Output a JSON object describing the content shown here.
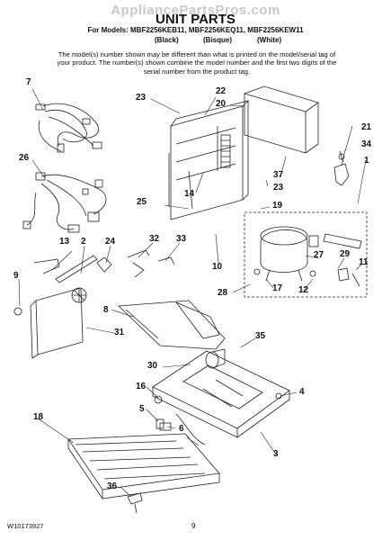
{
  "header": {
    "watermark": "AppliancePartsPros.com",
    "title": "UNIT PARTS",
    "models": "For Models: MBF2256KEB11, MBF2256KEQ11, MBF2256KEW11",
    "colors": [
      "(Black)",
      "(Bisque)",
      "(White)"
    ],
    "note": "The model(s) number shown may be different than what is printed on the model/serial tag of your product. The number(s) shown combine the model number and the first two digits of the serial number from the product tag."
  },
  "callouts": {
    "c1": "1",
    "c2": "2",
    "c3": "3",
    "c4": "4",
    "c5": "5",
    "c6": "6",
    "c7": "7",
    "c8": "8",
    "c9": "9",
    "c10": "10",
    "c11": "11",
    "c12": "12",
    "c13": "13",
    "c14": "14",
    "c16": "16",
    "c17": "17",
    "c18": "18",
    "c19": "19",
    "c20": "20",
    "c21": "21",
    "c22": "22",
    "c23a": "23",
    "c23b": "23",
    "c24": "24",
    "c25": "25",
    "c26": "26",
    "c27": "27",
    "c28": "28",
    "c29": "29",
    "c30": "30",
    "c31": "31",
    "c32": "32",
    "c33": "33",
    "c34": "34",
    "c35": "35",
    "c36": "36",
    "c37": "37"
  },
  "footer": {
    "doc_number": "W10173927",
    "page": "9"
  }
}
